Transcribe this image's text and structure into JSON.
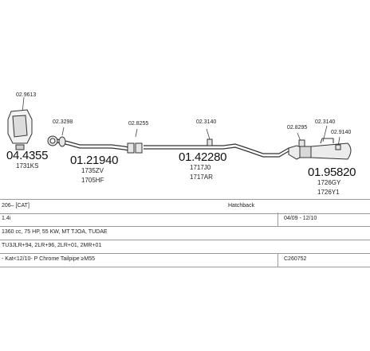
{
  "refs": {
    "r1": "02.9613",
    "r2": "02.3298",
    "r3": "02.8255",
    "r4": "02.3140",
    "r5": "02.8295",
    "r6": "02.3140",
    "r7": "02.9140"
  },
  "parts": {
    "p1": {
      "number": "04.4355",
      "codes": [
        "1731KS"
      ]
    },
    "p2": {
      "number": "01.21940",
      "codes": [
        "1735ZV",
        "1705HF"
      ]
    },
    "p3": {
      "number": "01.42280",
      "codes": [
        "1717J0",
        "1717AR"
      ]
    },
    "p4": {
      "number": "01.95820",
      "codes": [
        "1726GY",
        "1726Y1"
      ]
    }
  },
  "table": {
    "model": "206– [CAT]",
    "body_type": "Hatchback",
    "engine": "1.4i",
    "dates": "04/09 - 12/10",
    "engine_spec": "1360 cc, 75 HP, 55 KW, MT TJOA, TUDAE",
    "engine_codes": "TU3JLR+94, 2LR+96, 2LR+01, 2MR+01",
    "notes": "- Kat<12/10- P Chrome Tailpipe ≥M55",
    "catalogue_no": "C260752"
  }
}
